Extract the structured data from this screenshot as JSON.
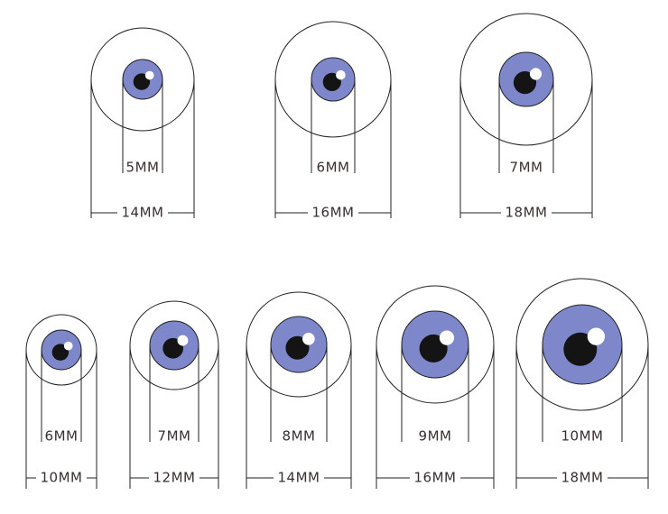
{
  "colors": {
    "iris": "#7d87c9",
    "pupil": "#141414",
    "highlight": "#ffffff",
    "line": "#222222"
  },
  "eyes": [
    {
      "iris_label": "5MM",
      "total_label": "14MM"
    },
    {
      "iris_label": "6MM",
      "total_label": "16MM"
    },
    {
      "iris_label": "7MM",
      "total_label": "18MM"
    },
    {
      "iris_label": "6MM",
      "total_label": "10MM"
    },
    {
      "iris_label": "7MM",
      "total_label": "12MM"
    },
    {
      "iris_label": "8MM",
      "total_label": "14MM"
    },
    {
      "iris_label": "9MM",
      "total_label": "16MM"
    },
    {
      "iris_label": "10MM",
      "total_label": "18MM"
    }
  ]
}
